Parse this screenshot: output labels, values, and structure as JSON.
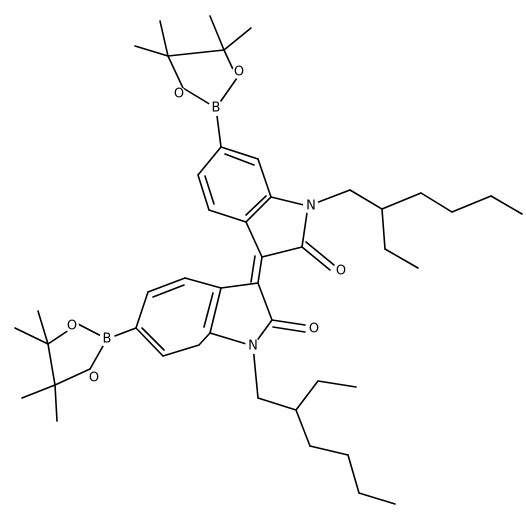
{
  "structure": {
    "atom_labels": {
      "o_carbonyl_top": "O",
      "o_carbonyl_bottom": "O",
      "n_top": "N",
      "n_bottom": "N",
      "b_top": "B",
      "b_bottom": "B",
      "o_top_ring_left": "O",
      "o_top_ring_right": "O",
      "o_bottom_ring_upper": "O",
      "o_bottom_ring_lower": "O"
    },
    "colors": {
      "ink": "#000000",
      "background": "#ffffff"
    }
  }
}
